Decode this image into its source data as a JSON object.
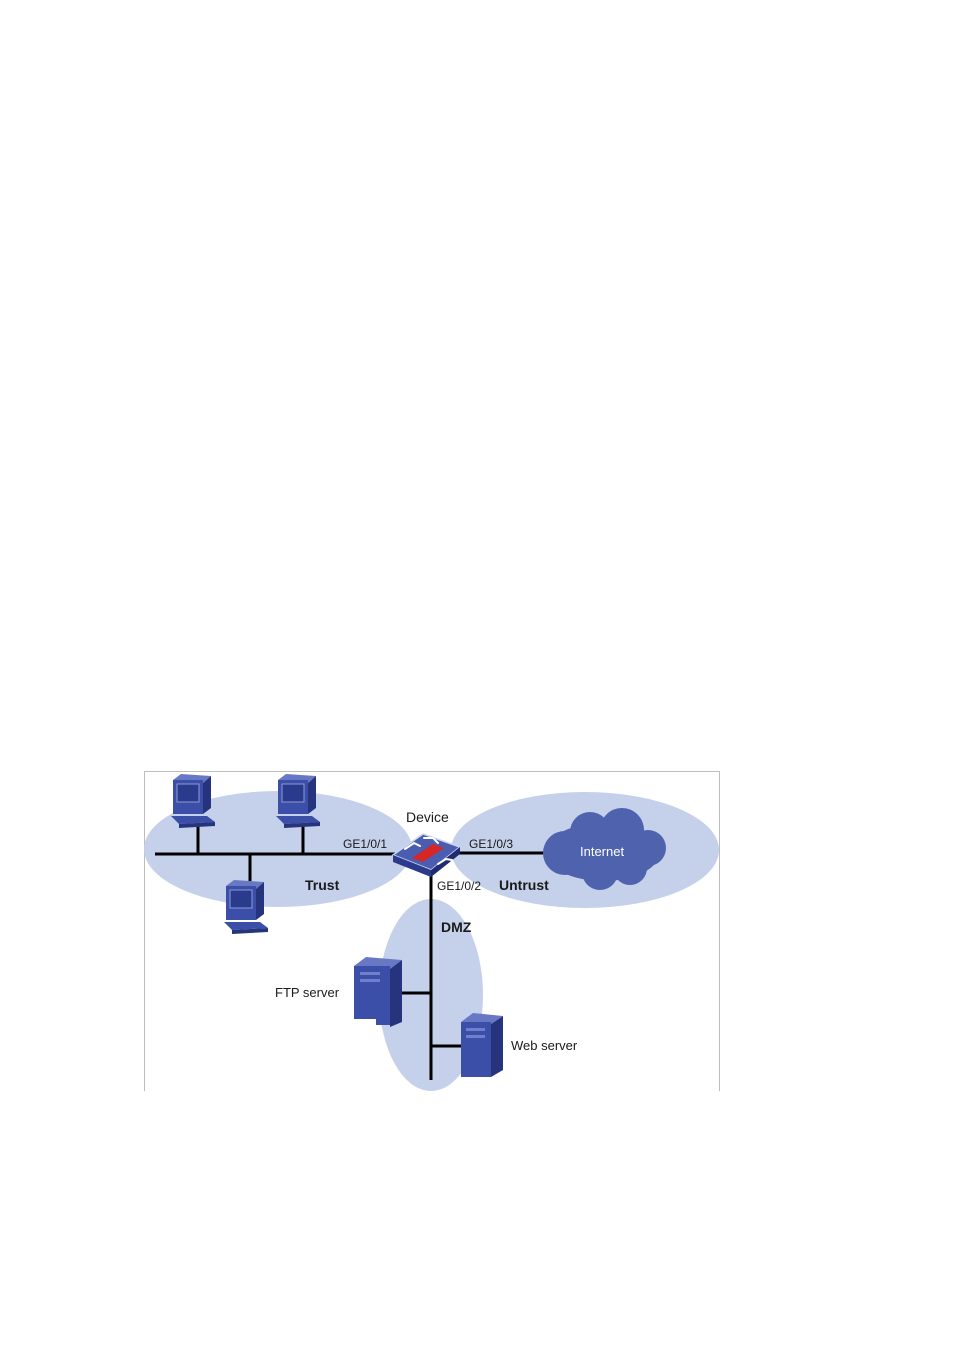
{
  "diagram": {
    "device_label": "Device",
    "ports": {
      "trust_port": "GE1/0/1",
      "dmz_port": "GE1/0/2",
      "untrust_port": "GE1/0/3"
    },
    "zones": {
      "trust": "Trust",
      "untrust": "Untrust",
      "dmz": "DMZ"
    },
    "internet_label": "Internet",
    "servers": {
      "ftp": "FTP server",
      "web": "Web server"
    },
    "colors": {
      "zone_fill": "#c5d1ea",
      "node_blue": "#3b4ea8",
      "node_dark": "#26347e",
      "cloud": "#4e62ad",
      "firewall_red": "#d62626",
      "line": "#000000"
    }
  }
}
